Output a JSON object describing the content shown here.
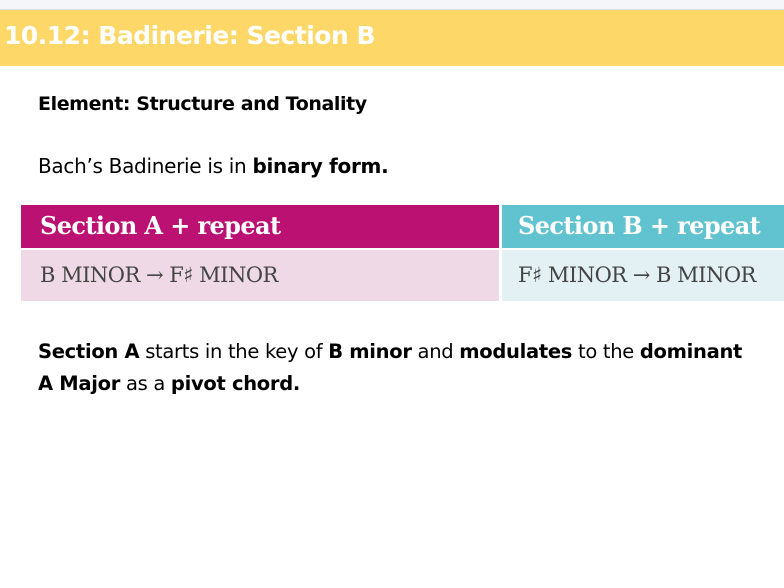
{
  "title": "10.12: Badinerie: Section B",
  "heading": "Element: Structure and Tonality",
  "intro": {
    "t1": "Bach’s Badinerie is in ",
    "b1": "binary form."
  },
  "table": {
    "colors": {
      "section_a_header": "#bb1173",
      "section_b_header": "#62c3d0",
      "section_a_body": "#efd9e6",
      "section_b_body": "#e3f1f5"
    },
    "headers": [
      "Section A + repeat",
      "Section B + repeat"
    ],
    "cells": [
      "B MINOR → F♯ MINOR",
      "F♯ MINOR →  B MINOR"
    ]
  },
  "paragraph": {
    "line1": {
      "b1": "Section A",
      "t1": " starts in the key of ",
      "b2": "B minor",
      "t2": " and ",
      "b3": "modulates",
      "t3": " to the ",
      "b4": "dominant"
    },
    "line2": {
      "b1": "A Major",
      "t1": " as a ",
      "b2": "pivot chord."
    }
  },
  "banner_color": "#fdd868"
}
